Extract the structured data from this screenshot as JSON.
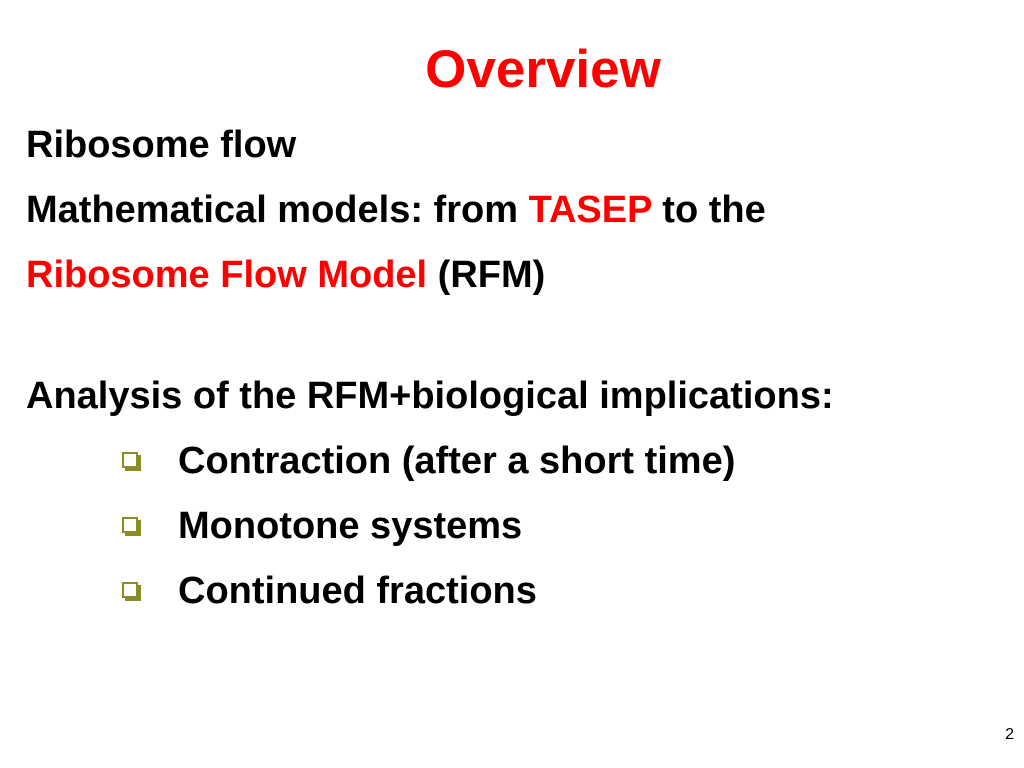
{
  "slide": {
    "title": "Overview",
    "line1": "Ribosome flow",
    "line2": {
      "part1": "Mathematical models: from ",
      "highlight": "TASEP",
      "part2": " to the"
    },
    "line3": {
      "highlight": "Ribosome Flow Model",
      "part2": " (RFM)"
    },
    "line4": "Analysis of the RFM+biological implications:",
    "bullets": [
      {
        "text": "Contraction (after a short time)",
        "icon": "checkbox-bullet-icon"
      },
      {
        "text": "Monotone systems",
        "icon": "checkbox-bullet-icon"
      },
      {
        "text": "Continued fractions",
        "icon": "checkbox-bullet-icon"
      }
    ],
    "page_number": "2"
  },
  "colors": {
    "title": "#ff0000",
    "highlight": "#ff0000",
    "text": "#000000",
    "bullet": "#8b8b25",
    "background": "#ffffff"
  }
}
